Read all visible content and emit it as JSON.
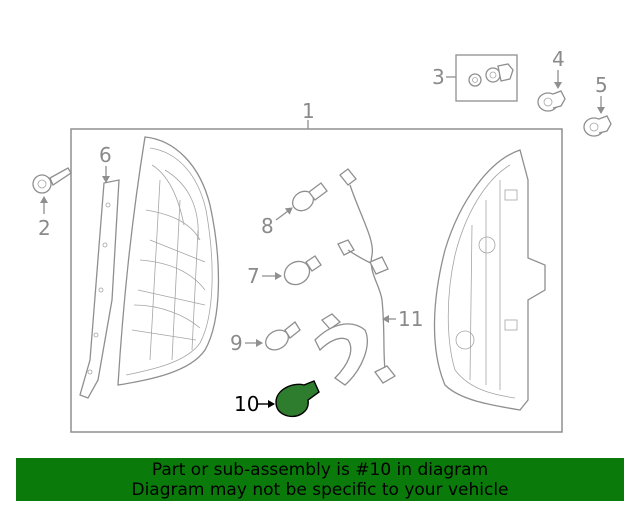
{
  "callouts": {
    "c1": "1",
    "c2": "2",
    "c3": "3",
    "c4": "4",
    "c5": "5",
    "c6": "6",
    "c7": "7",
    "c8": "8",
    "c9": "9",
    "c10": "10",
    "c11": "11"
  },
  "highlight_color": "#2e7d2e",
  "banner": {
    "line1": "Part or sub-assembly is #10 in diagram",
    "line2": "Diagram may not be specific to your vehicle",
    "background": "#0a7a0a"
  }
}
